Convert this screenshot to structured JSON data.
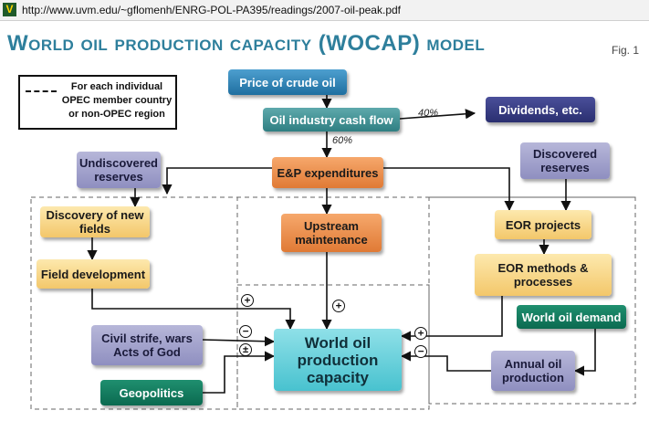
{
  "browser": {
    "url": "http://www.uvm.edu/~gflomenh/ENRG-POL-PA395/readings/2007-oil-peak.pdf",
    "favicon": "V"
  },
  "title": "World oil production capacity (WOCAP) model",
  "fig_label": "Fig. 1",
  "legend": {
    "text": "For each individual OPEC member country or non-OPEC region"
  },
  "nodes": {
    "price": "Price of crude oil",
    "cashflow": "Oil industry cash flow",
    "dividends": "Dividends, etc.",
    "undiscovered": "Undiscovered reserves",
    "discovered": "Discovered reserves",
    "ep": "E&P expenditures",
    "discovery": "Discovery of new fields",
    "upstream": "Upstream maintenance",
    "eor_projects": "EOR projects",
    "field_dev": "Field development",
    "eor_methods": "EOR methods & processes",
    "demand": "World oil demand",
    "civil": "Civil strife, wars Acts of God",
    "wocap": "World oil production capacity",
    "annual": "Annual oil production",
    "geopolitics": "Geopolitics"
  },
  "edge_labels": {
    "pct40": "40%",
    "pct60": "60%"
  },
  "signs": {
    "plus": "+",
    "minus": "−",
    "plusminus": "±"
  },
  "colors": {
    "title": "#2e7f9c",
    "wocap": "#48c2cf",
    "arrow": "#111111"
  }
}
